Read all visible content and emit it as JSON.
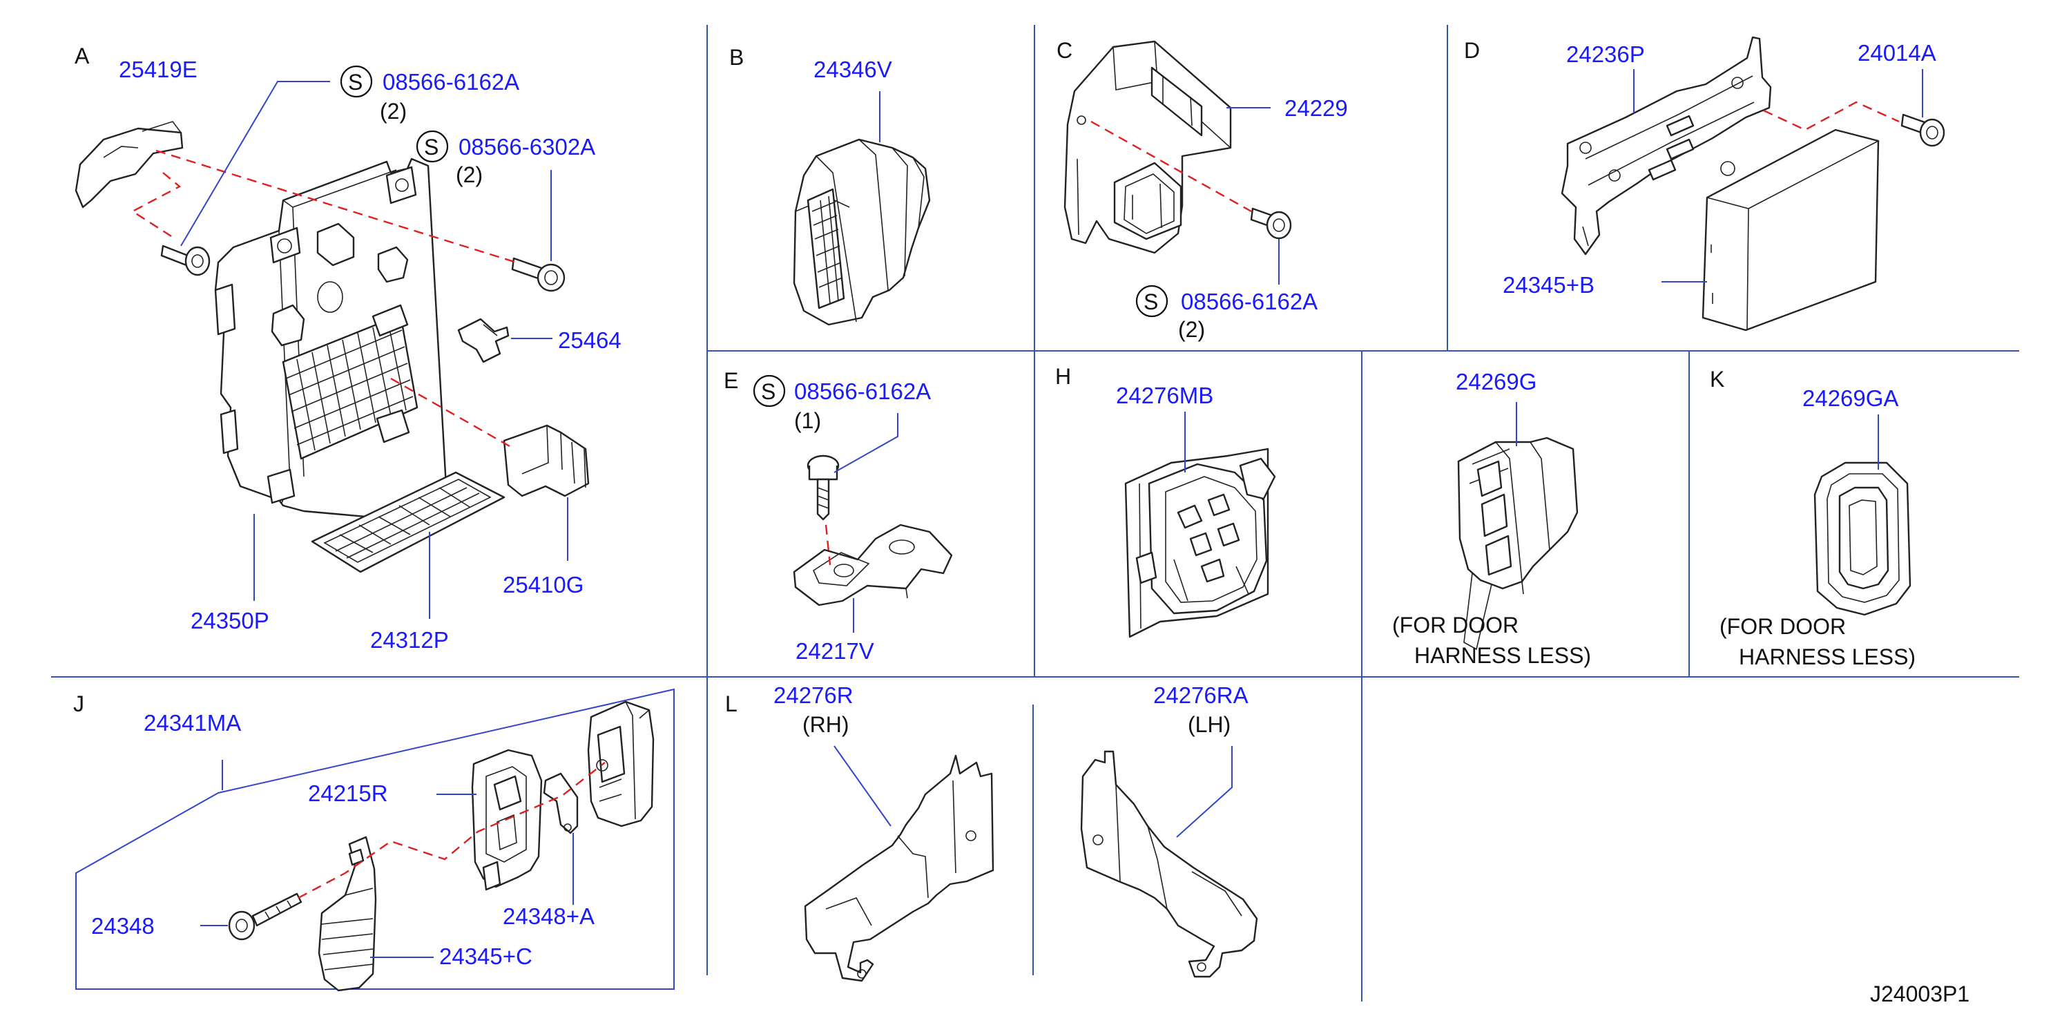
{
  "sections": [
    {
      "id": "A",
      "label": "A"
    },
    {
      "id": "B",
      "label": "B"
    },
    {
      "id": "C",
      "label": "C"
    },
    {
      "id": "D",
      "label": "D"
    },
    {
      "id": "E",
      "label": "E"
    },
    {
      "id": "H",
      "label": "H"
    },
    {
      "id": "K",
      "label": "K"
    },
    {
      "id": "J",
      "label": "J"
    },
    {
      "id": "L",
      "label": "L"
    }
  ],
  "parts": {
    "p25419E": "25419E",
    "p08566_6162A_a": "08566-6162A",
    "q2_a": "(2)",
    "p08566_6302A": "08566-6302A",
    "q2_b": "(2)",
    "p25464": "25464",
    "p25410G": "25410G",
    "p24350P": "24350P",
    "p24312P": "24312P",
    "p24346V": "24346V",
    "p24229": "24229",
    "p08566_6162A_c": "08566-6162A",
    "q2_c": "(2)",
    "p24236P": "24236P",
    "p24014A": "24014A",
    "p24345B": "24345+B",
    "p08566_6162A_e": "08566-6162A",
    "q1_e": "(1)",
    "p24217V": "24217V",
    "p24276MB": "24276MB",
    "p24269G": "24269G",
    "note_g1": "(FOR   DOOR",
    "note_g2": "HARNESS   LESS)",
    "p24269GA": "24269GA",
    "note_k1": "(FOR   DOOR",
    "note_k2": "HARNESS   LESS)",
    "p24341MA": "24341MA",
    "p24215R": "24215R",
    "p24348A": "24348+A",
    "p24348": "24348",
    "p24345C": "24345+C",
    "p24276R": "24276R",
    "rh": "(RH)",
    "p24276RA": "24276RA",
    "lh": "(LH)"
  },
  "symbols": {
    "s_mark": "S"
  },
  "footer": {
    "drawing_code": "J24003P1"
  }
}
